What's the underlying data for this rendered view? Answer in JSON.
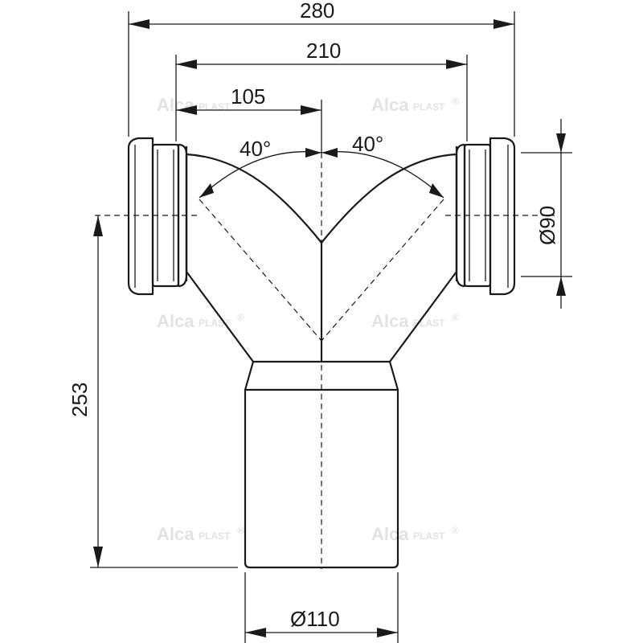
{
  "dimensions": {
    "overall_width": "280",
    "inlet_span": "210",
    "half_span": "105",
    "left_angle": "40°",
    "right_angle": "40°",
    "inlet_diameter": "Ø90",
    "height": "253",
    "outlet_diameter": "Ø110"
  },
  "watermark": {
    "brand": "Alca",
    "suffix": "PLAST",
    "mark": "®"
  }
}
